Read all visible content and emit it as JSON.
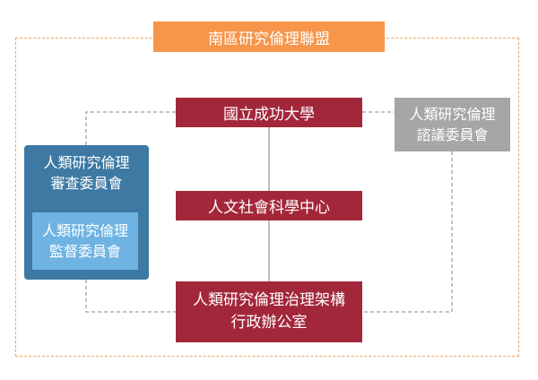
{
  "alliance": {
    "title": "南區研究倫理聯盟"
  },
  "nodes": {
    "university": "國立成功大學",
    "center": "人文社會科學中心",
    "office_line1": "人類研究倫理治理架構",
    "office_line2": "行政辦公室",
    "advisory_line1": "人類研究倫理",
    "advisory_line2": "諮議委員會",
    "review_line1": "人類研究倫理",
    "review_line2": "審查委員會",
    "supervise_line1": "人類研究倫理",
    "supervise_line2": "監督委員會"
  },
  "colors": {
    "alliance": "#f7954a",
    "primary": "#a3273a",
    "advisory": "#a6a6a6",
    "review": "#3d79a3",
    "supervise": "#6fb3e3",
    "frame": "#f2a35c"
  }
}
